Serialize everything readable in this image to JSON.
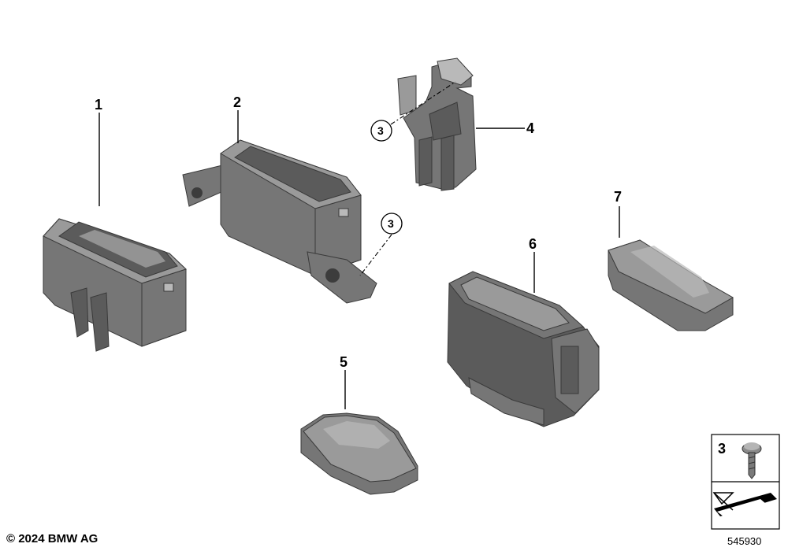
{
  "callouts": {
    "part1": "1",
    "part2": "2",
    "part3_a": "3",
    "part3_b": "3",
    "part4": "4",
    "part5": "5",
    "part6": "6",
    "part7": "7",
    "legend_number": "3"
  },
  "footer": {
    "copyright": "© 2024 BMW AG",
    "diagram_id": "545930"
  }
}
